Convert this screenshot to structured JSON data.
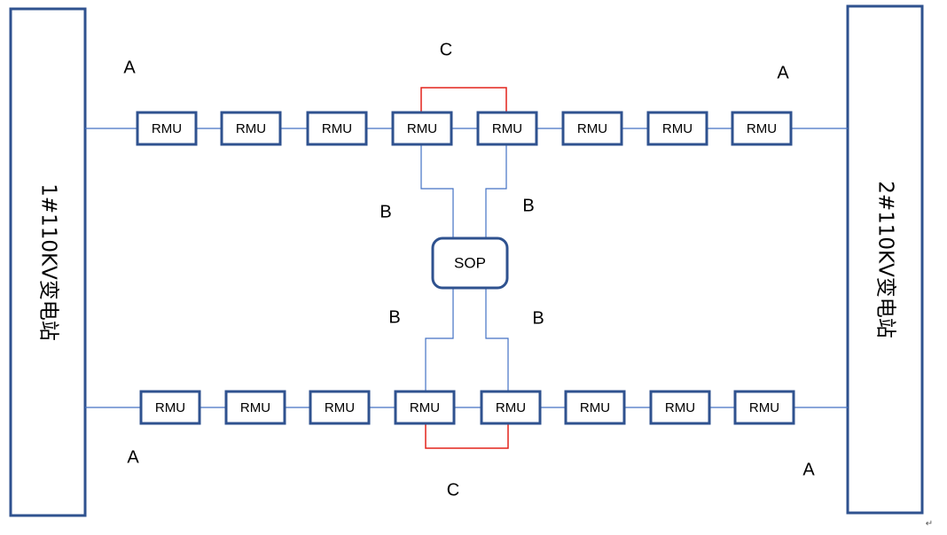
{
  "substations": {
    "left": {
      "name": "1#110KV变电站"
    },
    "right": {
      "name": "2#110KV变电站"
    }
  },
  "feeders": {
    "top": {
      "units": [
        "RMU",
        "RMU",
        "RMU",
        "RMU",
        "RMU",
        "RMU",
        "RMU",
        "RMU"
      ]
    },
    "bottom": {
      "units": [
        "RMU",
        "RMU",
        "RMU",
        "RMU",
        "RMU",
        "RMU",
        "RMU",
        "RMU"
      ]
    }
  },
  "sop": {
    "label": "SOP"
  },
  "labels": {
    "a_top_left": "A",
    "a_top_right": "A",
    "a_bottom_left": "A",
    "a_bottom_right": "A",
    "b_upper_left": "B",
    "b_upper_right": "B",
    "b_lower_left": "B",
    "b_lower_right": "B",
    "c_top": "C",
    "c_bottom": "C"
  },
  "para_mark": "↵",
  "colors": {
    "box_stroke": "#2f528f",
    "wire": "#4472c4",
    "tie_line": "#e3231b"
  }
}
